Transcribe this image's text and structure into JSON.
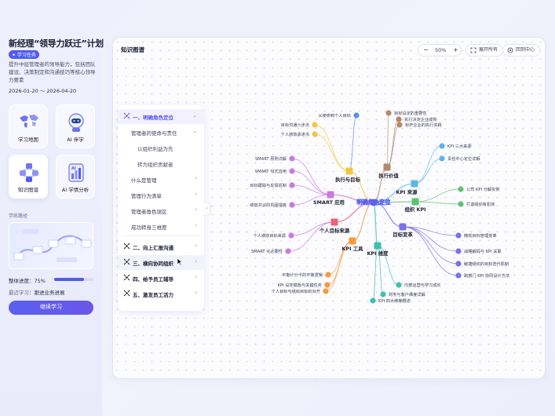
{
  "plan": {
    "title": "新经理“领导力跃迁”计划",
    "tag": "✦ 学习任务",
    "description": "提升中层管理者的领导能力，包括团队建设、决策制定和沟通技巧等核心领导力要素",
    "dates": "2026-01-20 ～ 2026-04-20"
  },
  "tiles": [
    {
      "label": "学习地图",
      "icon": "world-map-icon"
    },
    {
      "label": "AI 伴学",
      "icon": "robot-icon"
    },
    {
      "label": "知识图谱",
      "icon": "knowledge-graph-icon"
    },
    {
      "label": "AI 学情分析",
      "icon": "analytics-icon"
    }
  ],
  "path": {
    "label": "学练路径"
  },
  "progress": {
    "label": "整体进度：",
    "value_text": "75%",
    "value": 0.75
  },
  "recent": {
    "label": "最近学习：",
    "value": "跟进业务进展"
  },
  "continue_label": "继续学习",
  "panel": {
    "title": "知识图谱",
    "zoom_minus": "−",
    "zoom_value": "50%",
    "zoom_plus": "+",
    "expand_all": "展开所有",
    "back_center": "回到中心"
  },
  "outline": {
    "sections": [
      {
        "label": "一、明确角色定位",
        "open": true
      },
      {
        "label": "二、向上汇报沟通",
        "open": false
      },
      {
        "label": "三、横向协同组织",
        "open": false
      },
      {
        "label": "四、给予员工辅导",
        "open": false
      },
      {
        "label": "五、激发员工活力",
        "open": false
      }
    ],
    "children": [
      {
        "label": "管理者的使命与责任",
        "level": 2,
        "chev": "⌄"
      },
      {
        "label": "以组织利益为先",
        "level": 3
      },
      {
        "label": "转为组织贡献者",
        "level": 3
      },
      {
        "label": "什么是管理",
        "level": 2,
        "chev": "›"
      },
      {
        "label": "管理行为清单",
        "level": 2,
        "chev": "›"
      },
      {
        "label": "管理者角色误区",
        "level": 2,
        "chev": "›"
      },
      {
        "label": "成功转身三维度",
        "level": 2,
        "chev": "›"
      }
    ],
    "collapse_handle": "‹"
  },
  "mindmap": {
    "center": {
      "label": "明确角色定位",
      "color": "#5b5ff0"
    },
    "branches": [
      {
        "label": "执行与目标",
        "color": "#f5c542",
        "children": [
          {
            "label": "从使命到个人目标",
            "color": "#5b8df5"
          },
          {
            "label": "目标沟通六步法",
            "color": "#f5c542"
          },
          {
            "label": "个人绩效承诺书",
            "color": "#f5c542"
          }
        ]
      },
      {
        "label": "执行价值",
        "color": "#b58a6a",
        "children": [
          {
            "label": "目标设定的重要性",
            "color": "#b58a6a"
          },
          {
            "label": "执行决定企业成败",
            "color": "#b58a6a"
          },
          {
            "label": "标杆企业的执行实践",
            "color": "#b58a6a"
          }
        ]
      },
      {
        "label": "KPI 来源",
        "color": "#5bb8e6",
        "children": [
          {
            "label": "KPI 三大来源",
            "color": "#5bb8e6"
          },
          {
            "label": "责任中心定位详解",
            "color": "#5bb8e6"
          }
        ]
      },
      {
        "label": "组织 KPI",
        "color": "#5cc46e",
        "children": [
          {
            "label": "公司 KPI 分解实例",
            "color": "#5cc46e"
          },
          {
            "label": "打造组织有机体",
            "color": "#5cc46e"
          }
        ]
      },
      {
        "label": "目标变革",
        "color": "#7b72e8",
        "children": [
          {
            "label": "微软目标管理变革",
            "color": "#7b72e8"
          },
          {
            "label": "战略解码与 KPI 关联",
            "color": "#7b72e8"
          },
          {
            "label": "敏捷组织的目标迭代机制",
            "color": "#7b72e8"
          },
          {
            "label": "跨部门 KPI 协同设计方法",
            "color": "#7b72e8"
          }
        ]
      },
      {
        "label": "KPI 维度",
        "color": "#3fbfb0",
        "children": [
          {
            "label": "内部运营与学习成长",
            "color": "#3fbfb0"
          },
          {
            "label": "财务与客户维度详解",
            "color": "#3fbfb0"
          },
          {
            "label": "KPI 四大维度概述",
            "color": "#3fbfb0"
          }
        ]
      },
      {
        "label": "KPI 工具",
        "color": "#f59a3e",
        "children": [
          {
            "label": "平衡计分卡的平衡逻辑",
            "color": "#f59a3e"
          },
          {
            "label": "KPI 设定模板与关键任务",
            "color": "#f59a3e"
          },
          {
            "label": "个人目标与组织目标的对齐",
            "color": "#f59a3e"
          }
        ]
      },
      {
        "label": "个人目标来源",
        "color": "#f0607a",
        "children": [
          {
            "label": "个人绩效目标来源",
            "color": "#c77be0"
          },
          {
            "label": "SMART 化必要性",
            "color": "#c77be0"
          }
        ]
      },
      {
        "label": "SMART 应用",
        "color": "#c77be0",
        "children": [
          {
            "label": "SMART 原则详解",
            "color": "#c77be0"
          },
          {
            "label": "SMART 句式应用",
            "color": "#c77be0"
          },
          {
            "label": "目标跟踪与反馈机制",
            "color": "#c77be0"
          },
          {
            "label": "绩效共识的巩固措施",
            "color": "#c77be0"
          }
        ]
      }
    ]
  }
}
